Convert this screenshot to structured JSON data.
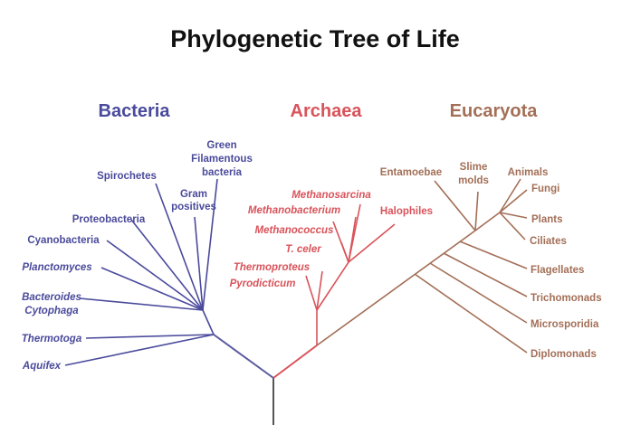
{
  "title": "Phylogenetic Tree of Life",
  "colors": {
    "bacteria": "#4a4a9c",
    "archaea": "#d9535a",
    "eucaryota": "#a36f57",
    "root": "#555555"
  },
  "domains": {
    "bacteria": "Bacteria",
    "archaea": "Archaea",
    "eucaryota": "Eucaryota"
  },
  "bacteria": {
    "green_filamentous": [
      "Green",
      "Filamentous",
      "bacteria"
    ],
    "spirochetes": "Spirochetes",
    "gram_positives": [
      "Gram",
      "positives"
    ],
    "proteobacteria": "Proteobacteria",
    "cyanobacteria": "Cyanobacteria",
    "planctomyces": "Planctomyces",
    "bacteroides_cytophaga": [
      "Bacteroides",
      "Cytophaga"
    ],
    "thermotoga": "Thermotoga",
    "aquifex": "Aquifex"
  },
  "archaea": {
    "methanosarcina": "Methanosarcina",
    "methanobacterium": "Methanobacterium",
    "halophiles": "Halophiles",
    "methanococcus": "Methanococcus",
    "t_celer": "T. celer",
    "thermoproteus": "Thermoproteus",
    "pyrodicticum": "Pyrodicticum"
  },
  "eucaryota": {
    "entamoebae": "Entamoebae",
    "slime_molds": [
      "Slime",
      "molds"
    ],
    "animals": "Animals",
    "fungi": "Fungi",
    "plants": "Plants",
    "ciliates": "Ciliates",
    "flagellates": "Flagellates",
    "trichomonads": "Trichomonads",
    "microsporidia": "Microsporidia",
    "diplomonads": "Diplomonads"
  }
}
